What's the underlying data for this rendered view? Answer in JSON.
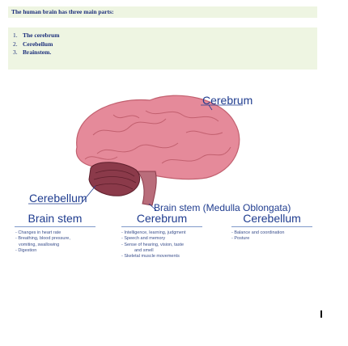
{
  "intro": {
    "text": "The human brain has three main parts:"
  },
  "parts": [
    {
      "num": "1.",
      "name": "The cerebrum"
    },
    {
      "num": "2.",
      "name": "Cerebellum"
    },
    {
      "num": "3.",
      "name": "Brainstem."
    }
  ],
  "diagram": {
    "cerebrum_label": "Cerebrum",
    "cerebellum_label": "Cerebellum",
    "brainstem_label": "Brain stem (Medulla Oblongata)",
    "colors": {
      "brain": "#e58a9a",
      "cerebellum": "#8b3a4a",
      "stem": "#b96d7b",
      "label": "#1f3c8f"
    }
  },
  "columns": [
    {
      "title": "Brain stem",
      "items": [
        "- Changes in heart rate",
        "- Breathing, blood pressure,",
        "vomiting, swallowing",
        "- Digestion"
      ]
    },
    {
      "title": "Cerebrum",
      "items": [
        "- Intelligence, learning, judgment",
        "- Speech and memory",
        "- Sense of hearing, vision, taste",
        "and smell",
        "- Skeletal muscle movements"
      ]
    },
    {
      "title": "Cerebellum",
      "items": [
        "- Balance and coordination",
        "- Posture"
      ]
    }
  ]
}
